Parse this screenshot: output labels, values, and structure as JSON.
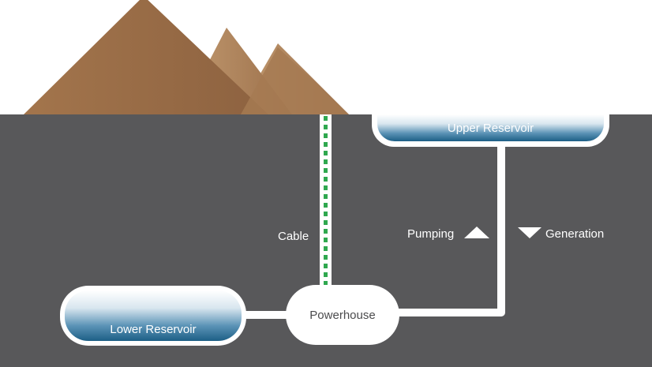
{
  "diagram": {
    "upper_reservoir": {
      "label": "Upper Reservoir"
    },
    "lower_reservoir": {
      "label": "Lower Reservoir"
    },
    "powerhouse": {
      "label": "Powerhouse"
    },
    "cable": {
      "label": "Cable"
    },
    "pumping": {
      "label": "Pumping"
    },
    "generation": {
      "label": "Generation"
    }
  },
  "colors": {
    "sky": "#ffffff",
    "ground": "#58585a",
    "mountain_front": "#a87a52",
    "mountain_back": "#b78d63",
    "pipe": "#ffffff",
    "water_top": "#ffffff",
    "water_bottom": "#1d5f86",
    "cable_dash": "#2fa84f"
  }
}
